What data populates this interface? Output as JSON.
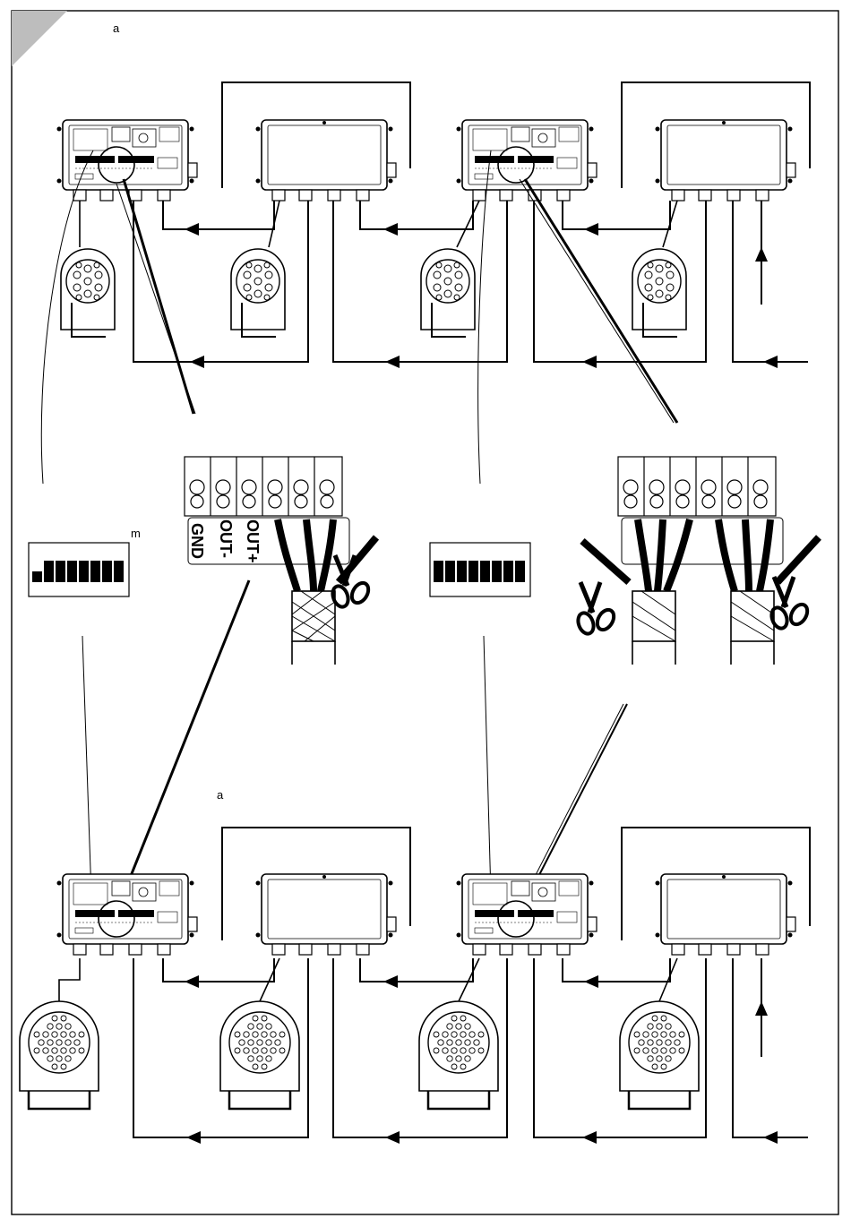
{
  "labels": {
    "top_a": "a",
    "bottom_a": "a",
    "dip_m": "m"
  },
  "terminal": {
    "gnd": "GND",
    "out_minus": "OUT-",
    "out_plus": "OUT+"
  },
  "colors": {
    "line": "#000000",
    "background": "#ffffff",
    "corner": "#bdbdbd"
  }
}
